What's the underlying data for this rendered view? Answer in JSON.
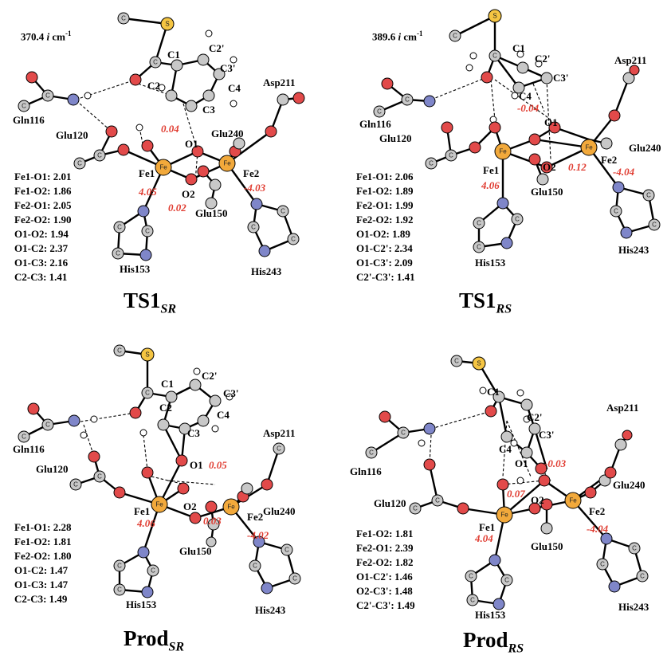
{
  "colors": {
    "carbon": "#c8c8c8",
    "oxygen": "#e24a4a",
    "nitrogen": "#7f86c9",
    "sulfur": "#f5c542",
    "iron": "#f2a93b",
    "hydrogen": "#ffffff",
    "spin_density": "#e03c31"
  },
  "atom_letters": {
    "carbon": "C",
    "sulfur": "S",
    "iron": "Fe"
  },
  "panels": [
    {
      "id": "ts1-sr",
      "frequency": {
        "value": "370.4",
        "imag": "i",
        "unit": "cm",
        "exp": "-1"
      },
      "title": {
        "main": "TS1",
        "sub": "SR"
      },
      "distances": [
        "Fe1-O1: 2.01",
        "Fe1-O2: 1.86",
        "Fe2-O1: 2.05",
        "Fe2-O2: 1.90",
        "O1-O2: 1.94",
        "O1-C2: 2.37",
        "O1-C3: 2.16",
        "C2-C3: 1.41"
      ],
      "labels": [
        "C1",
        "C2'",
        "C3'",
        "C2",
        "C4",
        "C3",
        "Asp211",
        "Gln116",
        "Glu120",
        "Glu240",
        "O1",
        "Fe1",
        "Fe2",
        "O2",
        "Glu150",
        "His153",
        "His243"
      ],
      "spins": [
        "0.04",
        "4.05",
        "-4.03",
        "0.02"
      ]
    },
    {
      "id": "ts1-rs",
      "frequency": {
        "value": "389.6",
        "imag": "i",
        "unit": "cm",
        "exp": "-1"
      },
      "title": {
        "main": "TS1",
        "sub": "RS"
      },
      "distances": [
        "Fe1-O1: 2.06",
        "Fe1-O2: 1.89",
        "Fe2-O1: 1.99",
        "Fe2-O2: 1.92",
        "O1-O2: 1.89",
        "O1-C2': 2.34",
        "O1-C3': 2.09",
        "C2'-C3': 1.41"
      ],
      "labels": [
        "C1",
        "C2'",
        "C3'",
        "C4",
        "Asp211",
        "Gln116",
        "Glu120",
        "O1",
        "Glu240",
        "Fe1",
        "Fe2",
        "O2",
        "Glu150",
        "His153",
        "His243"
      ],
      "spins": [
        "-0.04",
        "4.06",
        "0.12",
        "-4.04"
      ]
    },
    {
      "id": "prod-sr",
      "title": {
        "main": "Prod",
        "sub": "SR"
      },
      "distances": [
        "Fe1-O1: 2.28",
        "Fe1-O2: 1.81",
        "Fe2-O2: 1.80",
        "O1-C2: 1.47",
        "O1-C3: 1.47",
        "C2-C3: 1.49"
      ],
      "labels": [
        "C1",
        "C2'",
        "C3'",
        "C2",
        "C4",
        "C3",
        "Asp211",
        "Gln116",
        "O1",
        "Glu120",
        "Fe1",
        "O2",
        "Glu240",
        "Fe2",
        "Glu150",
        "His153",
        "His243"
      ],
      "spins": [
        "0.05",
        "4.06",
        "0.03",
        "-4.02"
      ]
    },
    {
      "id": "prod-rs",
      "title": {
        "main": "Prod",
        "sub": "RS"
      },
      "distances": [
        "Fe1-O2: 1.81",
        "Fe2-O1: 2.39",
        "Fe2-O2: 1.82",
        "O1-C2': 1.46",
        "O2-C3': 1.48",
        "C2'-C3': 1.49"
      ],
      "labels": [
        "C1",
        "Asp211",
        "C2'",
        "C3'",
        "Gln116",
        "C4",
        "O1",
        "Glu240",
        "Glu120",
        "O2",
        "Fe1",
        "Fe2",
        "Glu150",
        "His153",
        "His243"
      ],
      "spins": [
        "-0.03",
        "0.07",
        "4.04",
        "-4.04"
      ]
    }
  ]
}
